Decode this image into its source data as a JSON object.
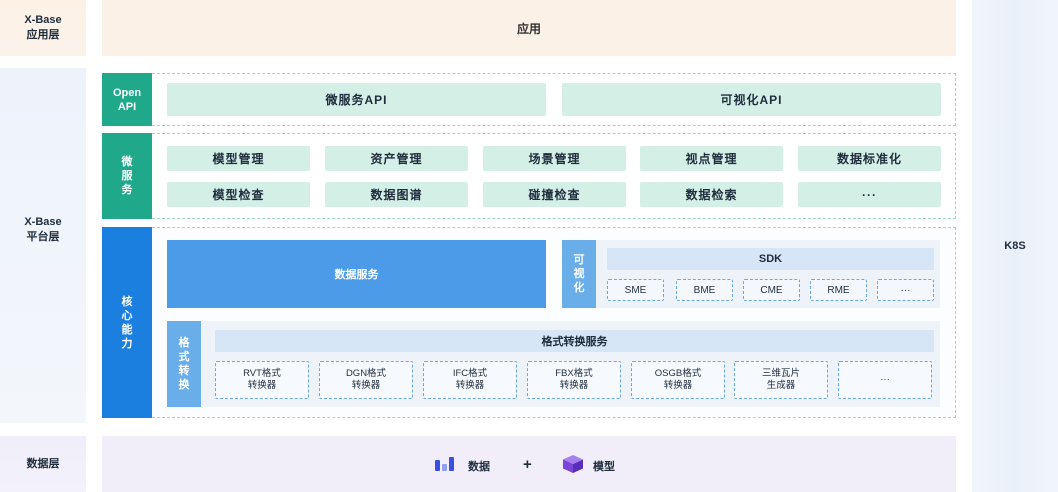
{
  "layers": {
    "app": "X-Base\n应用层",
    "platform": "X-Base\n平台层",
    "data": "数据层",
    "k8s": "K8S"
  },
  "app_layer": {
    "label": "应用"
  },
  "open_api": {
    "tag": "Open\nAPI",
    "items": [
      "微服务API",
      "可视化API"
    ]
  },
  "micro_service": {
    "tag": "微\n服\n务",
    "row1": [
      "模型管理",
      "资产管理",
      "场景管理",
      "视点管理",
      "数据标准化"
    ],
    "row2": [
      "模型检查",
      "数据图谱",
      "碰撞检查",
      "数据检索",
      "···"
    ]
  },
  "core": {
    "tag": "核\n心\n能\n力",
    "data_service": "数据服务",
    "visual_tag": "可\n视\n化",
    "sdk": "SDK",
    "engines": [
      "SME",
      "BME",
      "CME",
      "RME",
      "···"
    ],
    "format_tag": "格\n式\n转\n换",
    "format_title": "格式转换服务",
    "converters": [
      "RVT格式\n转换器",
      "DGN格式\n转换器",
      "IFC格式\n转换器",
      "FBX格式\n转换器",
      "OSGB格式\n转换器",
      "三维瓦片\n生成器",
      "···"
    ]
  },
  "data_layer": {
    "data_label": "数据",
    "plus": "+",
    "model_label": "模型",
    "colors": {
      "data_icon": "#3b4fe0",
      "model_icon": "#7b45d9"
    }
  }
}
